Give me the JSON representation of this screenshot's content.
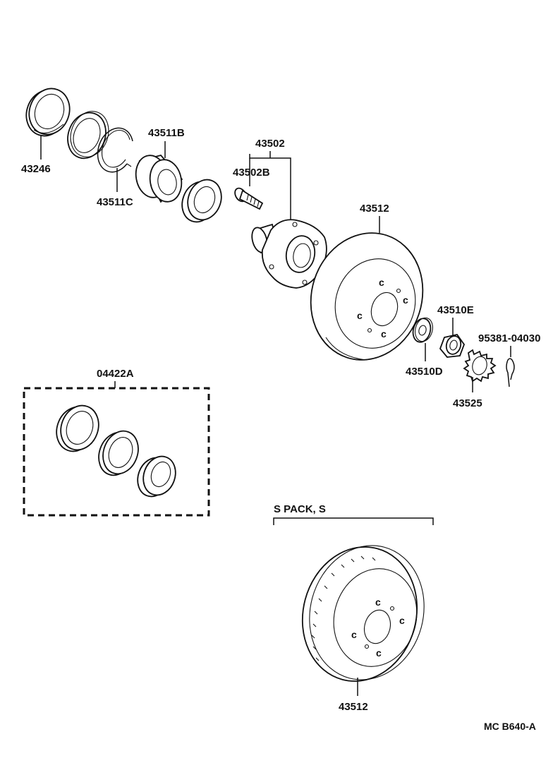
{
  "labels": {
    "p43246": "43246",
    "p43511B": "43511B",
    "p43511C": "43511C",
    "p43502": "43502",
    "p43502B": "43502B",
    "p43512_top": "43512",
    "p43510E": "43510E",
    "p95381": "95381-04030",
    "p43510D": "43510D",
    "p43525": "43525",
    "p04422A": "04422A",
    "s_pack": "S  PACK, S",
    "p43512_bottom": "43512",
    "figure_code": "MC  B640-A"
  },
  "icons": {
    "outer_race": "bearing-outer-race-icon",
    "inner_bearing": "bearing-cone-icon",
    "snap_ring": "snap-ring-icon",
    "hub": "axle-hub-icon",
    "hub_bolt": "hub-bolt-icon",
    "disc": "brake-disc-icon",
    "washer": "washer-icon",
    "nut": "nut-icon",
    "lock_cap": "lock-cap-icon",
    "cotter_pin": "cotter-pin-icon"
  }
}
